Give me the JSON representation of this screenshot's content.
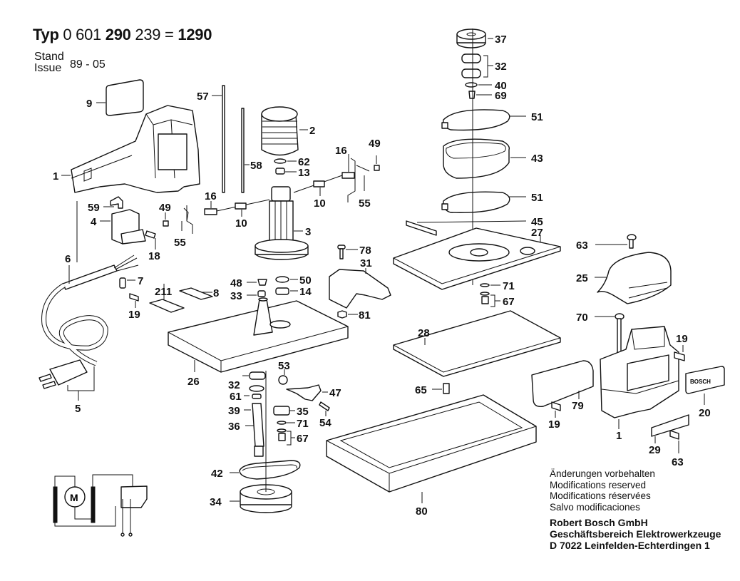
{
  "header": {
    "prefix": "Typ",
    "part_a": "0 601",
    "part_b": "290",
    "part_c": "239",
    "equals": "=",
    "model": "1290"
  },
  "stand": {
    "label_de": "Stand",
    "label_en": "Issue",
    "value": "89 - 05"
  },
  "callouts": [
    {
      "id": "9",
      "part": "label-plate"
    },
    {
      "id": "1",
      "part": "housing"
    },
    {
      "id": "57",
      "part": "tie-rod-long"
    },
    {
      "id": "58",
      "part": "tie-rod-short"
    },
    {
      "id": "2",
      "part": "field-coil"
    },
    {
      "id": "62",
      "part": "washer"
    },
    {
      "id": "13",
      "part": "bearing"
    },
    {
      "id": "16",
      "part": "brush-holder"
    },
    {
      "id": "49",
      "part": "clip"
    },
    {
      "id": "10",
      "part": "carbon-brush"
    },
    {
      "id": "55",
      "part": "brush-spring"
    },
    {
      "id": "59",
      "part": "switch-bracket"
    },
    {
      "id": "4",
      "part": "switch"
    },
    {
      "id": "18",
      "part": "screw"
    },
    {
      "id": "3",
      "part": "armature"
    },
    {
      "id": "6",
      "part": "cable-protector"
    },
    {
      "id": "7",
      "part": "cable-clamp"
    },
    {
      "id": "19",
      "part": "screw"
    },
    {
      "id": "211",
      "part": "label"
    },
    {
      "id": "8",
      "part": "label"
    },
    {
      "id": "48",
      "part": "cap"
    },
    {
      "id": "33",
      "part": "bearing"
    },
    {
      "id": "50",
      "part": "washer"
    },
    {
      "id": "14",
      "part": "bearing"
    },
    {
      "id": "78",
      "part": "screw"
    },
    {
      "id": "31",
      "part": "lever"
    },
    {
      "id": "81",
      "part": "nut"
    },
    {
      "id": "26",
      "part": "bearing-plate"
    },
    {
      "id": "5",
      "part": "power-cord"
    },
    {
      "id": "32",
      "part": "bearing"
    },
    {
      "id": "61",
      "part": "washer"
    },
    {
      "id": "39",
      "part": "bushing"
    },
    {
      "id": "36",
      "part": "eccentric-shaft"
    },
    {
      "id": "53",
      "part": "bearing"
    },
    {
      "id": "47",
      "part": "lever"
    },
    {
      "id": "35",
      "part": "pulley"
    },
    {
      "id": "54",
      "part": "pin"
    },
    {
      "id": "71",
      "part": "washer"
    },
    {
      "id": "67",
      "part": "screw-set"
    },
    {
      "id": "42",
      "part": "toothed-belt"
    },
    {
      "id": "34",
      "part": "toothed-pulley"
    },
    {
      "id": "37",
      "part": "flange"
    },
    {
      "id": "32",
      "part": "ball-bearing-pair"
    },
    {
      "id": "40",
      "part": "washer"
    },
    {
      "id": "69",
      "part": "screw"
    },
    {
      "id": "51",
      "part": "hose-clamp"
    },
    {
      "id": "43",
      "part": "dust-bellows"
    },
    {
      "id": "45",
      "part": "clamp-bar"
    },
    {
      "id": "27",
      "part": "base-plate"
    },
    {
      "id": "28",
      "part": "sanding-pad"
    },
    {
      "id": "65",
      "part": "screw"
    },
    {
      "id": "80",
      "part": "dust-box"
    },
    {
      "id": "63",
      "part": "screw"
    },
    {
      "id": "25",
      "part": "motor-cover"
    },
    {
      "id": "70",
      "part": "screw"
    },
    {
      "id": "79",
      "part": "handle-cover"
    },
    {
      "id": "20",
      "part": "nameplate"
    },
    {
      "id": "29",
      "part": "cover-plate"
    }
  ],
  "labels": {
    "l9": "9",
    "l1a": "1",
    "l57": "57",
    "l58": "58",
    "l2": "2",
    "l62": "62",
    "l13": "13",
    "l16a": "16",
    "l16b": "16",
    "l49a": "49",
    "l49b": "49",
    "l10a": "10",
    "l10b": "10",
    "l55a": "55",
    "l55b": "55",
    "l59": "59",
    "l4": "4",
    "l18": "18",
    "l3": "3",
    "l6": "6",
    "l7": "7",
    "l19a": "19",
    "l211": "211",
    "l8": "8",
    "l48": "48",
    "l33": "33",
    "l50": "50",
    "l14": "14",
    "l78": "78",
    "l31": "31",
    "l81": "81",
    "l26": "26",
    "l5": "5",
    "l32a": "32",
    "l61": "61",
    "l39": "39",
    "l36": "36",
    "l53": "53",
    "l47": "47",
    "l35": "35",
    "l54": "54",
    "l71a": "71",
    "l67a": "67",
    "l42": "42",
    "l34": "34",
    "l37": "37",
    "l32b": "32",
    "l40": "40",
    "l69": "69",
    "l51a": "51",
    "l43": "43",
    "l51b": "51",
    "l45": "45",
    "l27": "27",
    "l71b": "71",
    "l67b": "67",
    "l28": "28",
    "l65": "65",
    "l80": "80",
    "l63a": "63",
    "l25": "25",
    "l70": "70",
    "l19b": "19",
    "l19c": "19",
    "l79": "79",
    "l1b": "1",
    "l20": "20",
    "l29": "29",
    "l63b": "63"
  },
  "nameplate_text": "BOSCH",
  "motor_symbol": "M",
  "notes": [
    "Änderungen vorbehalten",
    "Modifications reserved",
    "Modifications réservées",
    "Salvo modificaciones"
  ],
  "company": {
    "name": "Robert Bosch GmbH",
    "division": "Geschäftsbereich Elektrowerkzeuge",
    "address": "D 7022 Leinfelden-Echterdingen 1"
  }
}
